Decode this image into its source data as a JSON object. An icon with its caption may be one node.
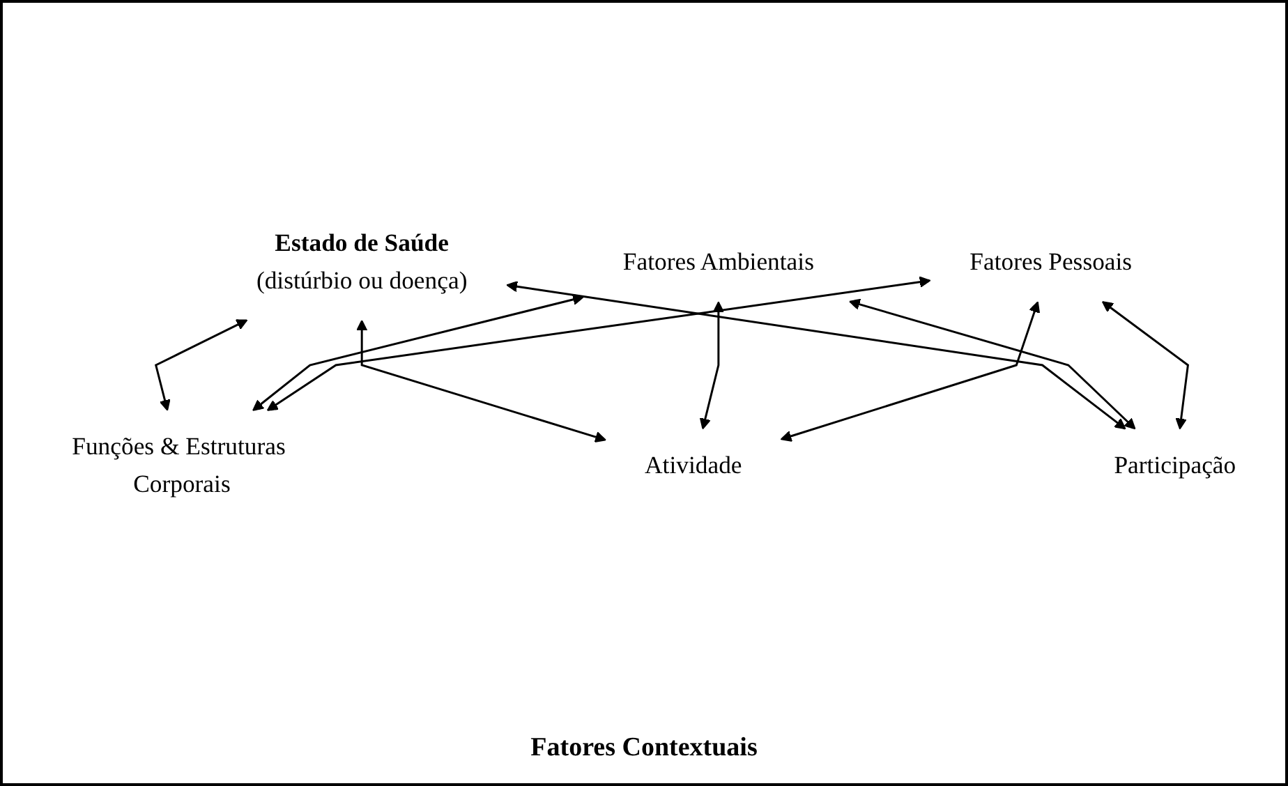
{
  "diagram": {
    "nodes": [
      {
        "text": [
          "Estado de Saúde",
          "(distúrbio ou doença)"
        ]
      },
      {
        "text": [
          "Funções & Estruturas Corporais"
        ]
      },
      {
        "text": [
          "Atividade"
        ]
      },
      {
        "text": [
          "Participação"
        ]
      },
      {
        "text": [
          "Fatores Ambientais"
        ]
      },
      {
        "text": [
          "Fatores Pessoais"
        ]
      }
    ],
    "edges": [
      {
        "from": 0,
        "to": 1,
        "arrow": "both"
      },
      {
        "from": 0,
        "to": 2,
        "arrow": "both"
      },
      {
        "from": 0,
        "to": 3,
        "arrow": "both"
      },
      {
        "from": 4,
        "to": 1,
        "arrow": "both"
      },
      {
        "from": 4,
        "to": 2,
        "arrow": "both"
      },
      {
        "from": 4,
        "to": 3,
        "arrow": "both"
      },
      {
        "from": 5,
        "to": 1,
        "arrow": "both"
      },
      {
        "from": 5,
        "to": 2,
        "arrow": "both"
      },
      {
        "from": 5,
        "to": 3,
        "arrow": "both"
      }
    ],
    "labels": [
      "Fatores Contextuais"
    ]
  }
}
